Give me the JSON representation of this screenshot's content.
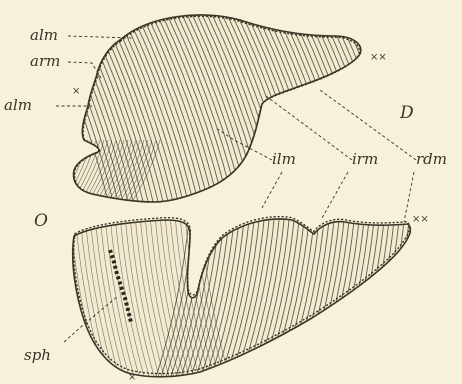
{
  "labels": {
    "alm_top": "alm",
    "arm": "arm",
    "alm_left": "alm",
    "D": "D",
    "ilm": "ilm",
    "irm": "irm",
    "rdm": "rdm",
    "O": "O",
    "sph": "sph"
  },
  "marks": {
    "x_top_right": "××",
    "x_left": "×",
    "x_right_lower": "××",
    "x_bottom": "×"
  }
}
